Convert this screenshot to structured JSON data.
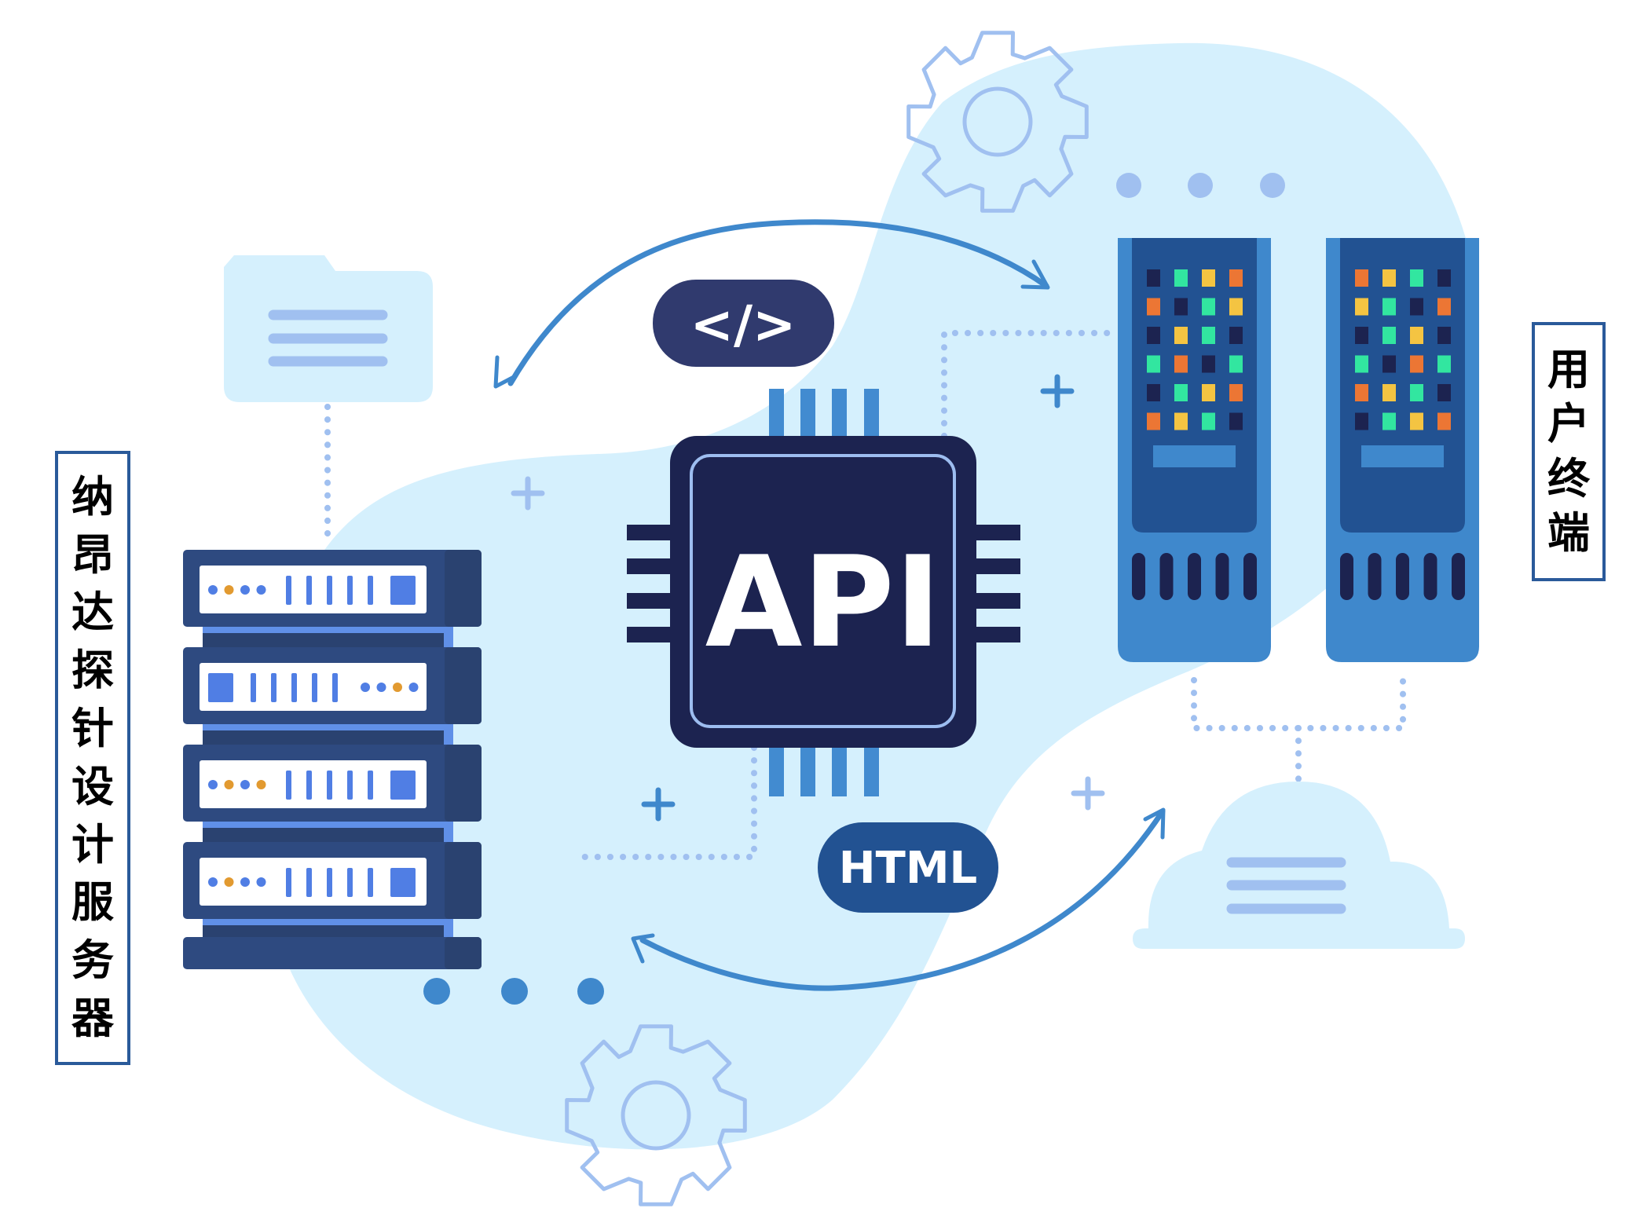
{
  "left_label": {
    "text": "纳昂达探针设计服务器",
    "chars": [
      "纳",
      "昂",
      "达",
      "探",
      "针",
      "设",
      "计",
      "服",
      "务",
      "器"
    ]
  },
  "right_label": {
    "text": "用户终端",
    "chars": [
      "用",
      "户",
      "终",
      "端"
    ]
  },
  "center_chip": {
    "label": "API"
  },
  "code_badge": {
    "label": "</>"
  },
  "html_badge": {
    "label": "HTML"
  },
  "icons": {
    "top_gear": "gear-icon",
    "bottom_gear": "gear-icon",
    "folder": "folder-icon",
    "cloud": "cloud-icon",
    "server_rack": "server-rack-icon",
    "terminals": "server-tower-icon"
  },
  "terminals": [
    {
      "name": "terminal-1",
      "leds": [
        [
          "d",
          "g",
          "y",
          "o"
        ],
        [
          "o",
          "d",
          "g",
          "y"
        ],
        [
          "d",
          "y",
          "g",
          "d"
        ],
        [
          "g",
          "o",
          "d",
          "g"
        ],
        [
          "d",
          "g",
          "y",
          "o"
        ],
        [
          "o",
          "y",
          "g",
          "d"
        ]
      ]
    },
    {
      "name": "terminal-2",
      "leds": [
        [
          "o",
          "y",
          "g",
          "d"
        ],
        [
          "y",
          "g",
          "d",
          "o"
        ],
        [
          "d",
          "g",
          "y",
          "d"
        ],
        [
          "g",
          "d",
          "o",
          "g"
        ],
        [
          "o",
          "y",
          "g",
          "d"
        ],
        [
          "d",
          "g",
          "y",
          "o"
        ]
      ]
    }
  ],
  "server_units": [
    {
      "layout": "dots-left",
      "dots": [
        "b",
        "o",
        "b",
        "b"
      ]
    },
    {
      "layout": "dots-right",
      "dots": [
        "b",
        "b",
        "o",
        "b"
      ]
    },
    {
      "layout": "dots-left",
      "dots": [
        "b",
        "o",
        "b",
        "o"
      ]
    },
    {
      "layout": "dots-left",
      "dots": [
        "b",
        "o",
        "b",
        "b"
      ]
    }
  ],
  "colors": {
    "blob": "#d5f0fd",
    "navy": "#1c2350",
    "chip_outline": "#9dbdf0",
    "pin_blue": "#428bd0",
    "arrow": "#3f88cc",
    "dotted": "#a0c0f0",
    "badge_code": "#303a6e",
    "badge_html": "#225292",
    "server_body": "#2e4a80",
    "server_side": "#2a4270",
    "server_accent": "#6090e8",
    "server_bar": "#507ee4",
    "server_orange": "#e29a30",
    "terminal_outer": "#3f88cc",
    "terminal_inner": "#225292",
    "led_dark": "#1c2350",
    "led_green": "#32e6a0",
    "led_yellow": "#f4c442",
    "led_orange": "#ec7634",
    "label_border": "#2a5a9a"
  }
}
